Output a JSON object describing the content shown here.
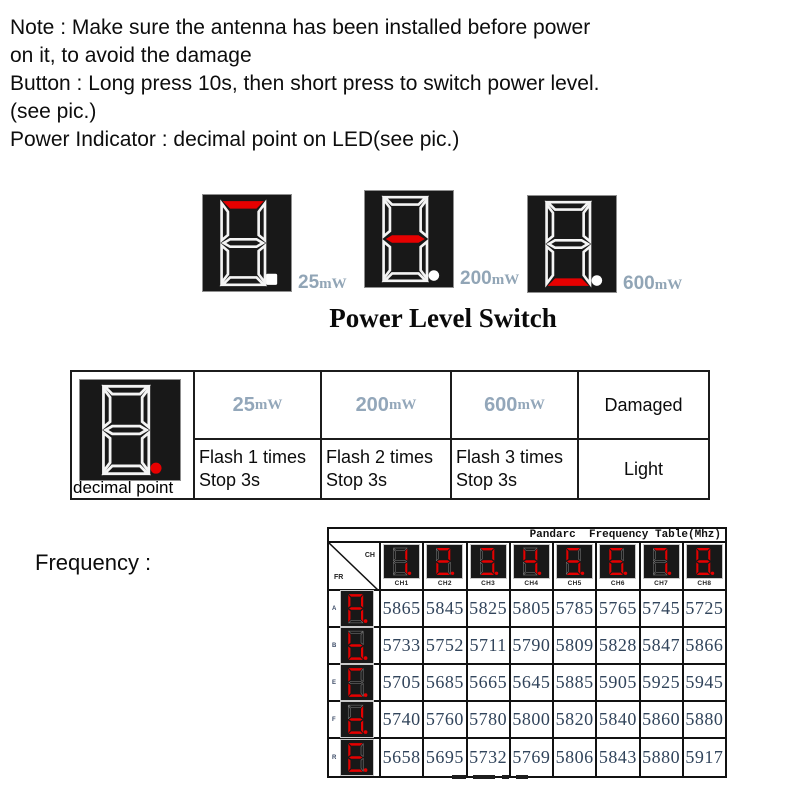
{
  "notes": {
    "lines": [
      "Note : Make sure the antenna has been installed before power",
      "on it, to avoid the damage",
      "Button : Long press 10s, then short press to switch power level.",
      "(see pic.)",
      "Power Indicator : decimal point on LED(see pic.)"
    ]
  },
  "power_leds": [
    {
      "power_num": "25",
      "power_unit": "mW",
      "lit_segment": "top",
      "dp": "white",
      "dp_shape": "square"
    },
    {
      "power_num": "200",
      "power_unit": "mW",
      "lit_segment": "middle",
      "dp": "white",
      "dp_shape": "round"
    },
    {
      "power_num": "600",
      "power_unit": "mW",
      "lit_segment": "bottom",
      "dp": "white",
      "dp_shape": "round"
    }
  ],
  "power_heading": "Power Level Switch",
  "power_table": {
    "led_caption": "decimal point",
    "led_dp": "red",
    "columns": [
      {
        "power_num": "25",
        "power_unit": "mW",
        "line1": "Flash 1 times",
        "line2": "Stop 3s"
      },
      {
        "power_num": "200",
        "power_unit": "mW",
        "line1": "Flash 2 times",
        "line2": "Stop 3s"
      },
      {
        "power_num": "600",
        "power_unit": "mW",
        "line1": "Flash 3 times",
        "line2": "Stop 3s"
      },
      {
        "label": "Damaged",
        "line1": "Light"
      }
    ]
  },
  "frequency_label": "Frequency :",
  "freq_table": {
    "title": "Pandarc  Frequency Table(Mhz)",
    "corner_top": "CH",
    "corner_bottom": "FR",
    "channels": [
      {
        "digit": "1",
        "label": "CH1"
      },
      {
        "digit": "2",
        "label": "CH2"
      },
      {
        "digit": "3",
        "label": "CH3"
      },
      {
        "digit": "4",
        "label": "CH4"
      },
      {
        "digit": "5",
        "label": "CH5"
      },
      {
        "digit": "6",
        "label": "CH6"
      },
      {
        "digit": "7",
        "label": "CH7"
      },
      {
        "digit": "8",
        "label": "CH8"
      }
    ],
    "rows": [
      {
        "band": "A",
        "led_char": "A",
        "values": [
          "5865",
          "5845",
          "5825",
          "5805",
          "5785",
          "5765",
          "5745",
          "5725"
        ]
      },
      {
        "band": "B",
        "led_char": "b",
        "values": [
          "5733",
          "5752",
          "5711",
          "5790",
          "5809",
          "5828",
          "5847",
          "5866"
        ]
      },
      {
        "band": "E",
        "led_char": "C",
        "values": [
          "5705",
          "5685",
          "5665",
          "5645",
          "5885",
          "5905",
          "5925",
          "5945"
        ]
      },
      {
        "band": "F",
        "led_char": "d",
        "values": [
          "5740",
          "5760",
          "5780",
          "5800",
          "5820",
          "5840",
          "5860",
          "5880"
        ]
      },
      {
        "band": "R",
        "led_char": "E",
        "values": [
          "5658",
          "5695",
          "5732",
          "5769",
          "5806",
          "5843",
          "5880",
          "5917"
        ]
      }
    ]
  },
  "colors": {
    "led_red": "#e60000",
    "led_background": "#181818",
    "power_label_blue": "#93a7ba",
    "freq_value_color": "#31445b"
  }
}
